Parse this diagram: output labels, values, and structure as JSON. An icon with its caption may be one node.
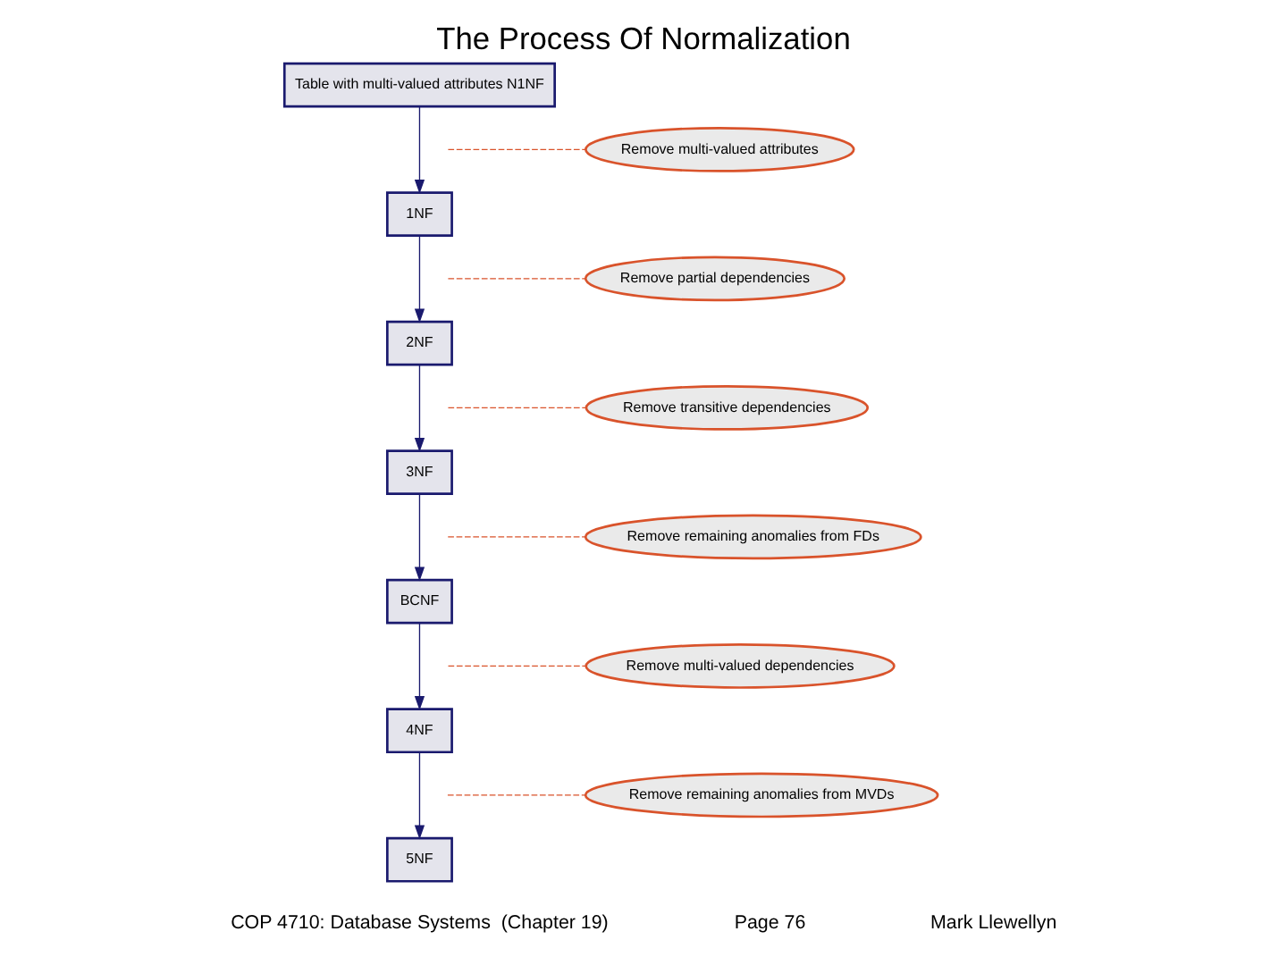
{
  "diagram": {
    "title": "The Process Of Normalization",
    "nodes": [
      {
        "text": [
          "Table with multi-valued attributes N1NF"
        ]
      },
      {
        "text": [
          "1NF"
        ]
      },
      {
        "text": [
          "2NF"
        ]
      },
      {
        "text": [
          "3NF"
        ]
      },
      {
        "text": [
          "BCNF"
        ]
      },
      {
        "text": [
          "4NF"
        ]
      },
      {
        "text": [
          "5NF"
        ]
      },
      {
        "text": [
          "Remove multi-valued attributes"
        ]
      },
      {
        "text": [
          "Remove partial dependencies"
        ]
      },
      {
        "text": [
          "Remove transitive dependencies"
        ]
      },
      {
        "text": [
          "Remove remaining anomalies from FDs"
        ]
      },
      {
        "text": [
          "Remove multi-valued dependencies"
        ]
      },
      {
        "text": [
          "Remove remaining anomalies from MVDs"
        ]
      }
    ],
    "edges": [
      {
        "from": 0,
        "to": 1,
        "arrow": "to"
      },
      {
        "from": 1,
        "to": 2,
        "arrow": "to"
      },
      {
        "from": 2,
        "to": 3,
        "arrow": "to"
      },
      {
        "from": 3,
        "to": 4,
        "arrow": "to"
      },
      {
        "from": 4,
        "to": 5,
        "arrow": "to"
      },
      {
        "from": 5,
        "to": 6,
        "arrow": "to"
      },
      {
        "from": 7,
        "to": null,
        "arrow": "none",
        "style": "dashed",
        "color": "#d9532b"
      },
      {
        "from": 8,
        "to": null,
        "arrow": "none",
        "style": "dashed",
        "color": "#d9532b"
      },
      {
        "from": 9,
        "to": null,
        "arrow": "none",
        "style": "dashed",
        "color": "#d9532b"
      },
      {
        "from": 10,
        "to": null,
        "arrow": "none",
        "style": "dashed",
        "color": "#d9532b"
      },
      {
        "from": 11,
        "to": null,
        "arrow": "none",
        "style": "dashed",
        "color": "#d9532b"
      },
      {
        "from": 12,
        "to": null,
        "arrow": "none",
        "style": "dashed",
        "color": "#d9532b"
      }
    ],
    "labels": [
      "COP 4710: Database Systems  (Chapter 19)",
      "Page 76",
      "Mark Llewellyn"
    ]
  }
}
